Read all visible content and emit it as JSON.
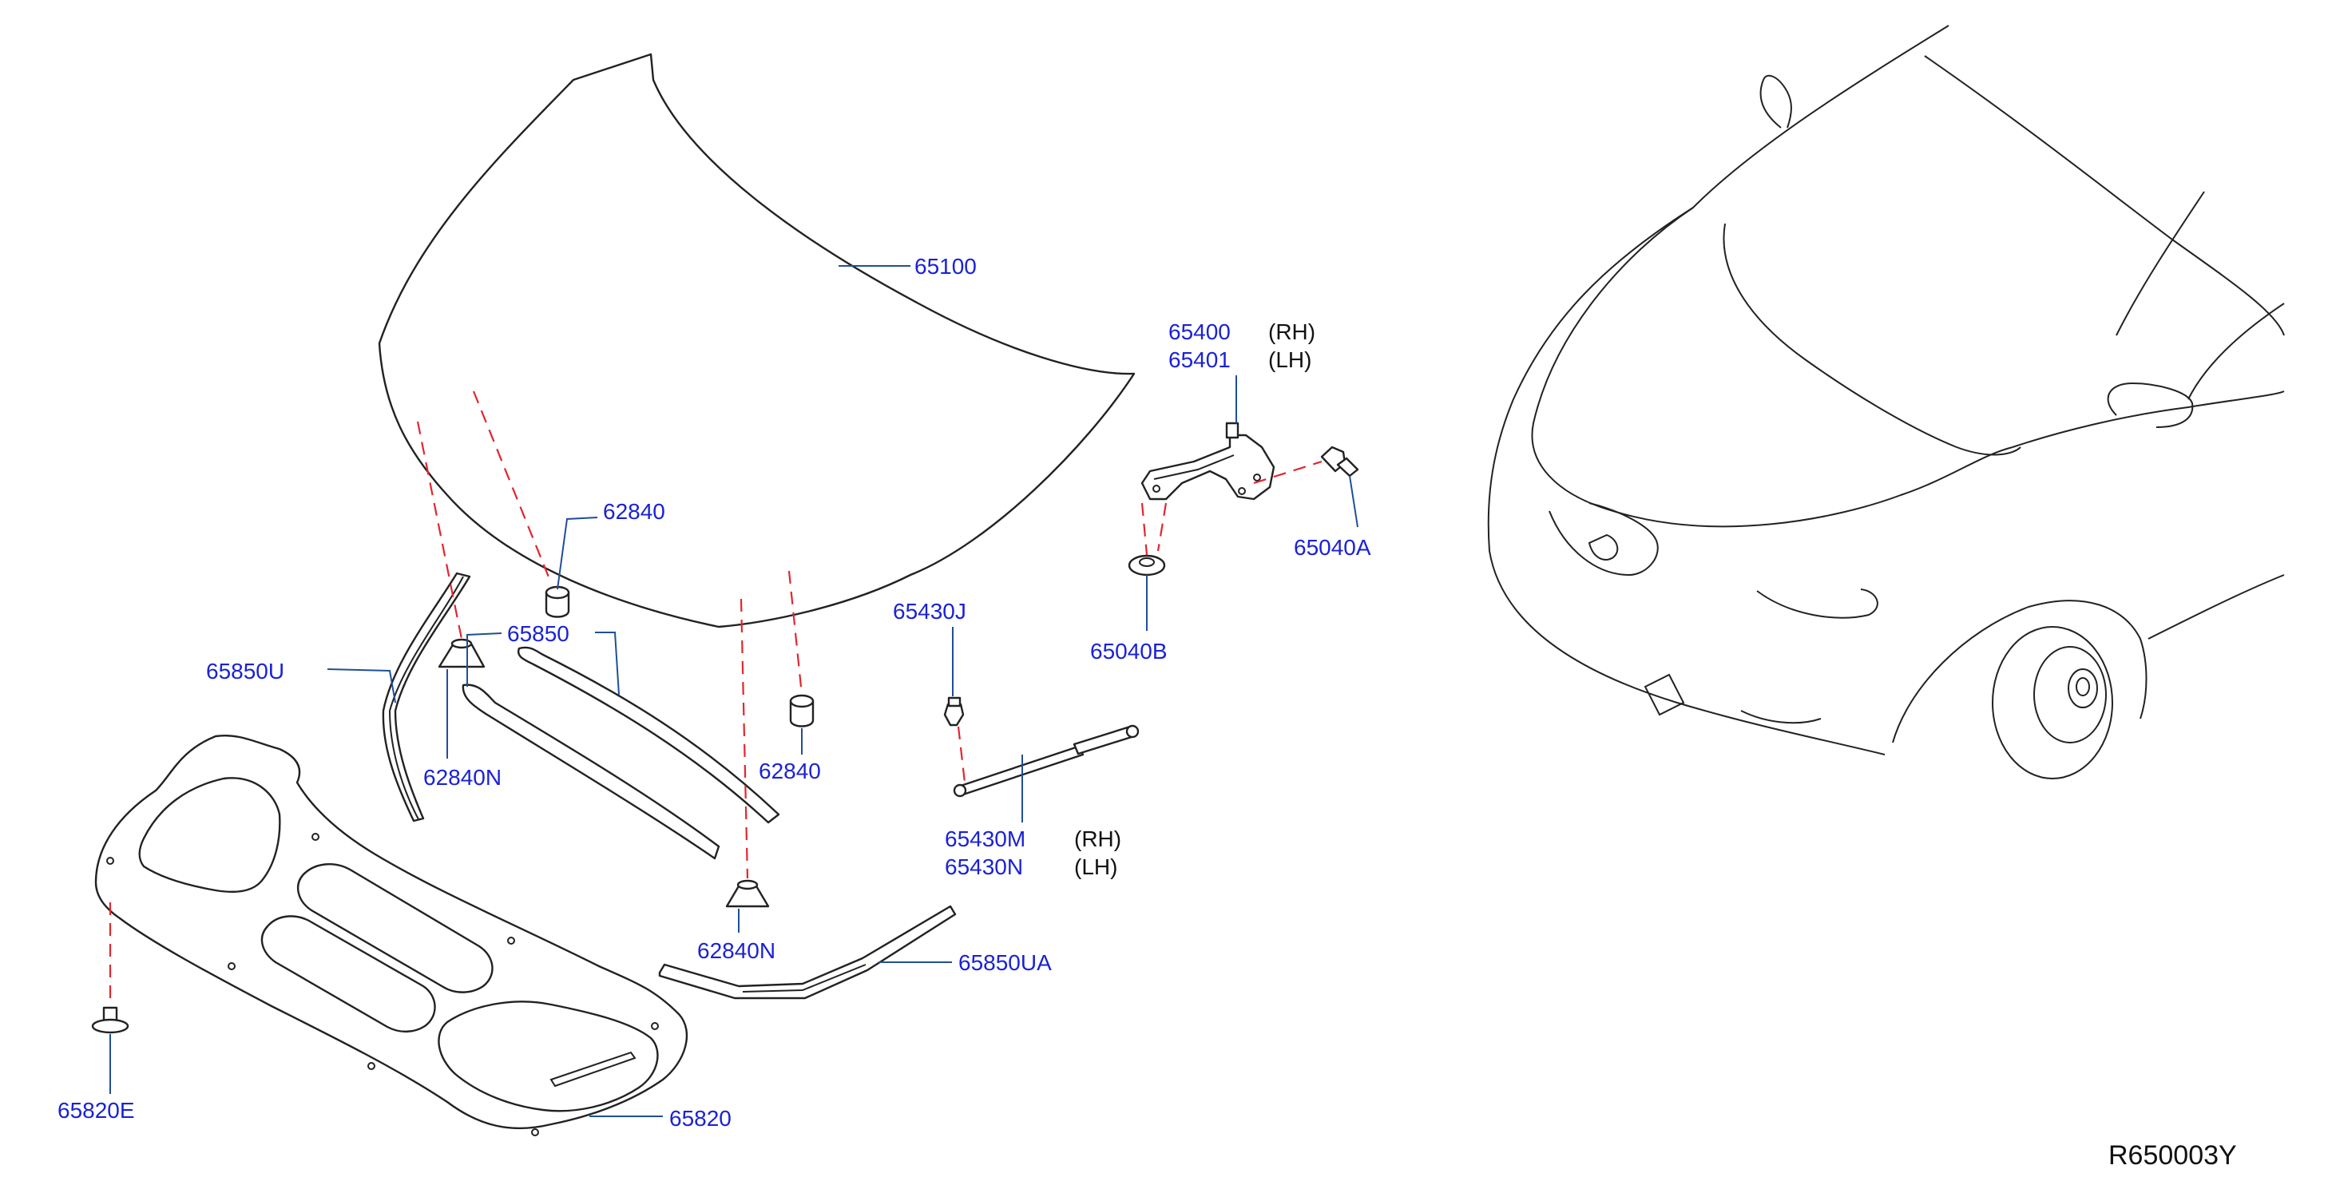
{
  "labels": {
    "hood": "65100",
    "hinge_rh": "65400",
    "hinge_lh": "65401",
    "rh": "(RH)",
    "lh": "(LH)",
    "bolt": "65040A",
    "bumper_b": "65040B",
    "bumper_top": "62840",
    "bumper_right": "62840",
    "stay_clip": "65430J",
    "stay_rh": "65430M",
    "stay_lh": "65430N",
    "stay_rh_side": "(RH)",
    "stay_lh_side": "(LH)",
    "seal_u": "65850U",
    "seal": "65850",
    "bumper_n_left": "62840N",
    "bumper_n_center": "62840N",
    "seal_ua": "65850UA",
    "insulator": "65820",
    "clip": "65820E",
    "diagram_ref": "R650003Y"
  }
}
